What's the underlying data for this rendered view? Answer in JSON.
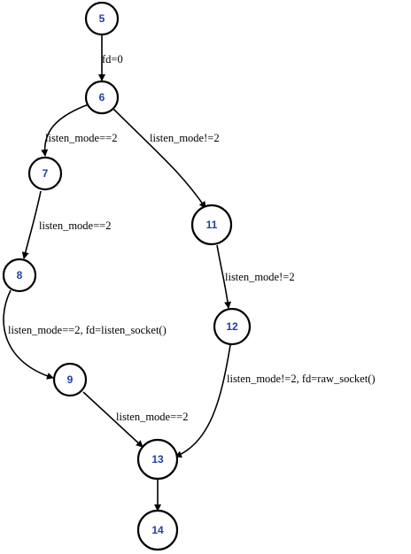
{
  "diagram": {
    "nodes": [
      {
        "id": "n5",
        "label": "5"
      },
      {
        "id": "n6",
        "label": "6"
      },
      {
        "id": "n7",
        "label": "7"
      },
      {
        "id": "n8",
        "label": "8"
      },
      {
        "id": "n9",
        "label": "9"
      },
      {
        "id": "n11",
        "label": "11"
      },
      {
        "id": "n12",
        "label": "12"
      },
      {
        "id": "n13",
        "label": "13"
      },
      {
        "id": "n14",
        "label": "14"
      }
    ],
    "edges": [
      {
        "from": "5",
        "to": "6",
        "label": "fd=0"
      },
      {
        "from": "6",
        "to": "7",
        "label": "listen_mode==2"
      },
      {
        "from": "6",
        "to": "11",
        "label": "listen_mode!=2"
      },
      {
        "from": "7",
        "to": "8",
        "label": "listen_mode==2"
      },
      {
        "from": "11",
        "to": "12",
        "label": "listen_mode!=2"
      },
      {
        "from": "8",
        "to": "9",
        "label": "listen_mode==2, fd=listen_socket()"
      },
      {
        "from": "12",
        "to": "13",
        "label": "listen_mode!=2, fd=raw_socket()"
      },
      {
        "from": "9",
        "to": "13",
        "label": "listen_mode==2"
      },
      {
        "from": "13",
        "to": "14",
        "label": ""
      }
    ],
    "colors": {
      "node_text": "#1f3fa8",
      "stroke": "#000000"
    }
  }
}
